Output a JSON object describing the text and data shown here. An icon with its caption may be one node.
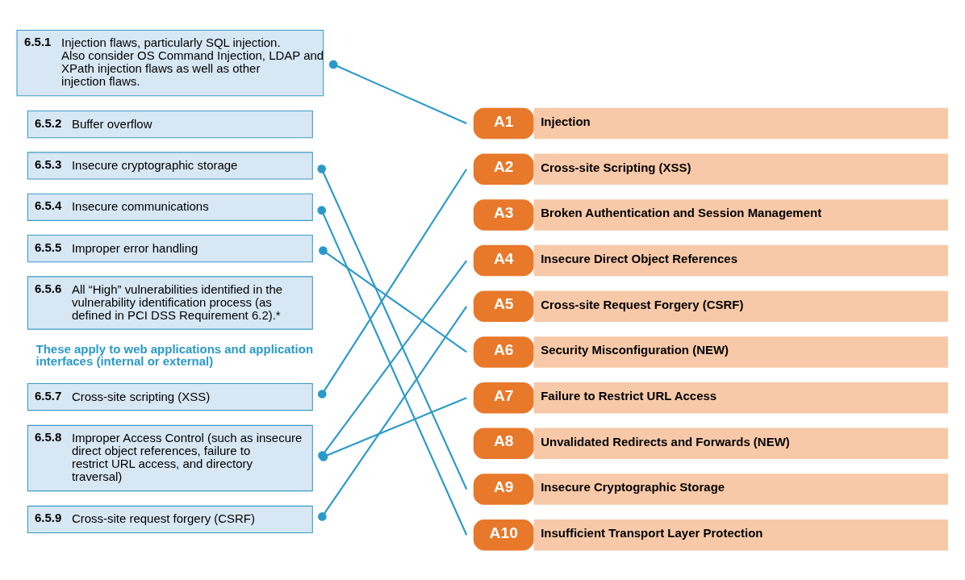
{
  "diagram": {
    "nodes": [
      {
        "text": [
          "6.5.1",
          "Injection flaws, particularly SQL injection. Also consider OS Command Injection, LDAP and XPath injection flaws as well as other injection flaws."
        ]
      },
      {
        "text": [
          "6.5.2",
          "Buffer overflow"
        ]
      },
      {
        "text": [
          "6.5.3",
          "Insecure cryptographic storage"
        ]
      },
      {
        "text": [
          "6.5.4",
          "Insecure communications"
        ]
      },
      {
        "text": [
          "6.5.5",
          "Improper error handling"
        ]
      },
      {
        "text": [
          "6.5.6",
          "All “High” vulnerabilities identified in the vulnerability identification process (as defined in PCI DSS Requirement 6.2).*"
        ]
      },
      {
        "text": [
          "6.5.7",
          "Cross-site scripting (XSS)"
        ]
      },
      {
        "text": [
          "6.5.8",
          "Improper Access Control (such as insecure direct object references, failure to restrict URL access, and directory traversal)"
        ]
      },
      {
        "text": [
          "6.5.9",
          "Cross-site request forgery (CSRF)"
        ]
      },
      {
        "text": [
          "A1",
          "Injection"
        ]
      },
      {
        "text": [
          "A2",
          "Cross-site Scripting (XSS)"
        ]
      },
      {
        "text": [
          "A3",
          "Broken Authentication and Session Management"
        ]
      },
      {
        "text": [
          "A4",
          "Insecure Direct Object References"
        ]
      },
      {
        "text": [
          "A5",
          "Cross-site Request Forgery (CSRF)"
        ]
      },
      {
        "text": [
          "A6",
          "Security Misconfiguration (NEW)"
        ]
      },
      {
        "text": [
          "A7",
          "Failure to Restrict URL Access"
        ]
      },
      {
        "text": [
          "A8",
          "Unvalidated Redirects and Forwards (NEW)"
        ]
      },
      {
        "text": [
          "A9",
          "Insecure Cryptographic Storage"
        ]
      },
      {
        "text": [
          "A10",
          "Insufficient Transport Layer Protection"
        ]
      }
    ],
    "edges": [
      {
        "from": 0,
        "to": 9,
        "arrow": "other"
      },
      {
        "from": 2,
        "to": 17,
        "arrow": "other"
      },
      {
        "from": 3,
        "to": 18,
        "arrow": "other"
      },
      {
        "from": 4,
        "to": 14,
        "arrow": "other"
      },
      {
        "from": 6,
        "to": 10,
        "arrow": "other"
      },
      {
        "from": 7,
        "to": 12,
        "arrow": "other"
      },
      {
        "from": 7,
        "to": 15,
        "arrow": "other"
      },
      {
        "from": 8,
        "to": 13,
        "arrow": "other"
      }
    ],
    "labels": [
      "These apply to web applications and application interfaces (internal or external)"
    ]
  }
}
